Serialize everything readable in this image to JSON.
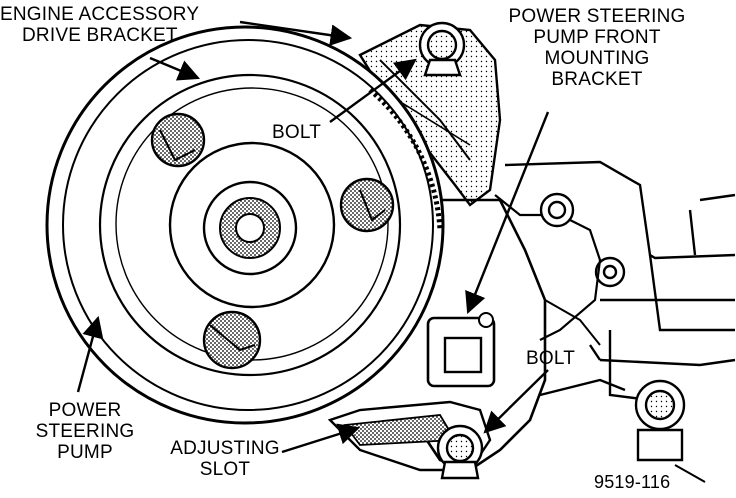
{
  "labels": {
    "engine_bracket": [
      "ENGINE ACCESSORY",
      "DRIVE BRACKET"
    ],
    "ps_front_bracket": [
      "POWER STEERING",
      "PUMP FRONT",
      "MOUNTING",
      "BRACKET"
    ],
    "bolt_top": "BOLT",
    "bolt_bottom": "BOLT",
    "ps_pump": [
      "POWER",
      "STEERING",
      "PUMP"
    ],
    "adjusting_slot": [
      "ADJUSTING",
      "SLOT"
    ],
    "figure_id": "9519-116"
  },
  "colors": {
    "ink": "#000000",
    "paper": "#ffffff",
    "stipple": "#9a9a9a"
  }
}
